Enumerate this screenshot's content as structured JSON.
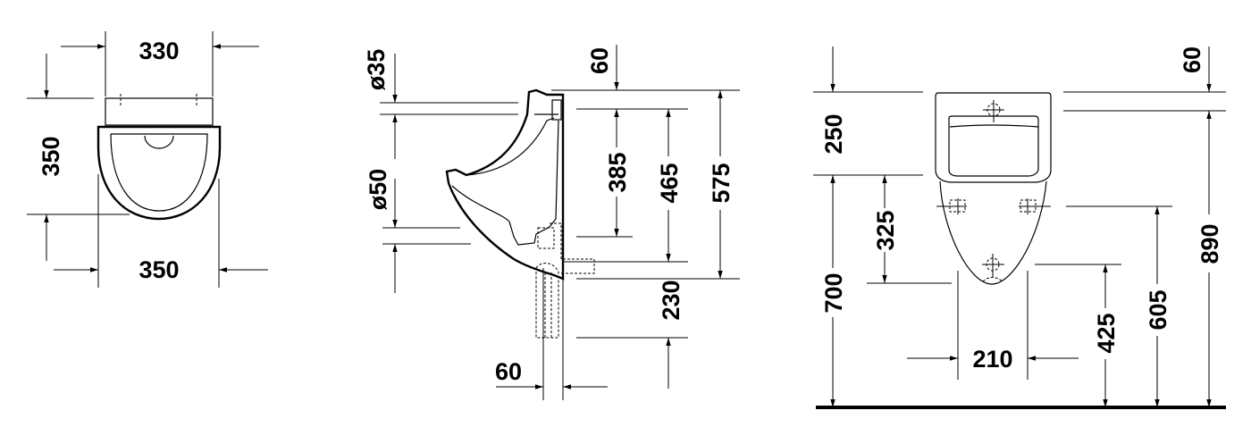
{
  "top_view": {
    "width_rim": "330",
    "depth": "350",
    "width_bowl": "350"
  },
  "side_view": {
    "inlet_diameter": "ø35",
    "outlet_diameter": "ø50",
    "top_offset": "60",
    "height_385": "385",
    "height_465": "465",
    "height_575": "575",
    "drop_230": "230",
    "wall_offset": "60"
  },
  "front_view": {
    "top_height": "250",
    "rim_height": "700",
    "height_325": "325",
    "spacing": "210",
    "height_425": "425",
    "height_605": "605",
    "total_height": "890",
    "top_offset": "60"
  }
}
